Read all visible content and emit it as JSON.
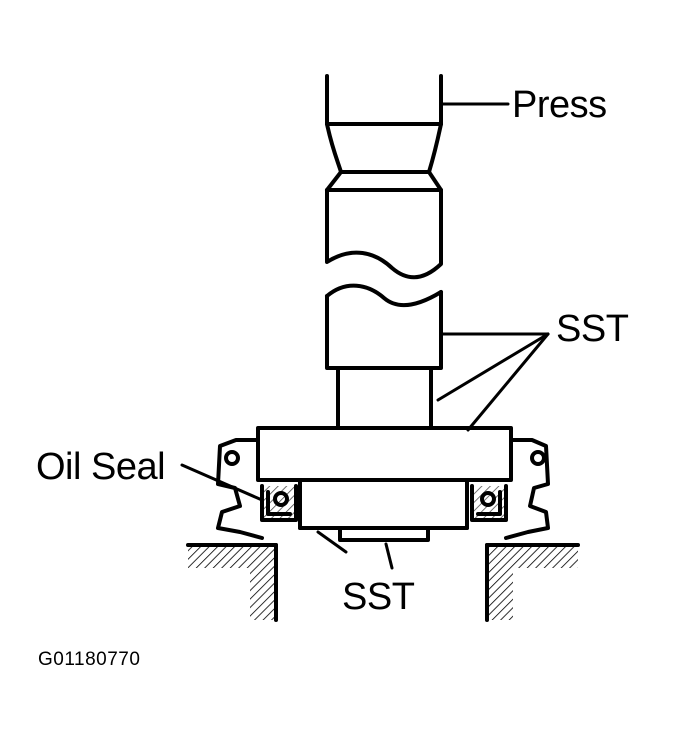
{
  "labels": {
    "press": "Press",
    "sst_upper": "SST",
    "oil_seal": "Oil Seal",
    "sst_lower": "SST"
  },
  "figure_id": "G01180770",
  "colors": {
    "line": "#000000",
    "background": "#ffffff"
  }
}
